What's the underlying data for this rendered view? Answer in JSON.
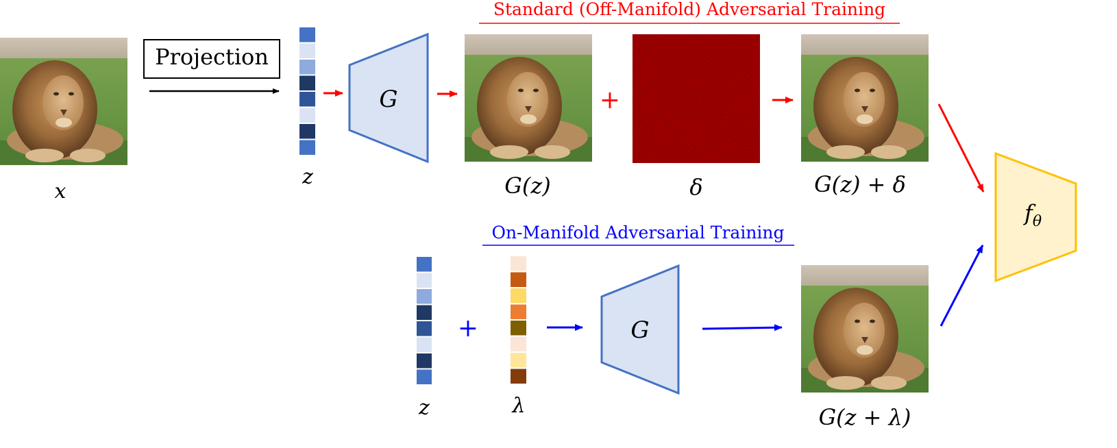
{
  "titles": {
    "standard": "Standard (Off-Manifold) Adversarial Training",
    "on_manifold": "On-Manifold Adversarial Training"
  },
  "labels": {
    "projection": "Projection",
    "x": "x",
    "z_top": "z",
    "gz": "G(z)",
    "delta": "δ",
    "gz_plus_delta": "G(z) + δ",
    "z_bottom": "z",
    "lambda": "λ",
    "gz_plus_lambda": "G(z + λ)",
    "generator_top": "G",
    "generator_bottom": "G",
    "plus_top": "+",
    "plus_bottom": "+",
    "classifier": "f",
    "classifier_sub": "θ"
  },
  "colors": {
    "standard": "#ff0000",
    "on_manifold": "#0000ff",
    "generator_fill": "#dae3f3",
    "generator_stroke": "#4472c4",
    "classifier_fill": "#fff2cc",
    "classifier_stroke": "#ffc000",
    "noise": "#b00000"
  },
  "latent_z_colors": [
    "#4472c4",
    "#dae3f3",
    "#8faadc",
    "#203864",
    "#2f5597",
    "#dae3f3",
    "#203864",
    "#4472c4"
  ],
  "latent_lambda_colors": [
    "#fbe5d6",
    "#c55a11",
    "#ffd966",
    "#ed7d31",
    "#7f6000",
    "#fbe5d6",
    "#ffe699",
    "#843c0c"
  ]
}
